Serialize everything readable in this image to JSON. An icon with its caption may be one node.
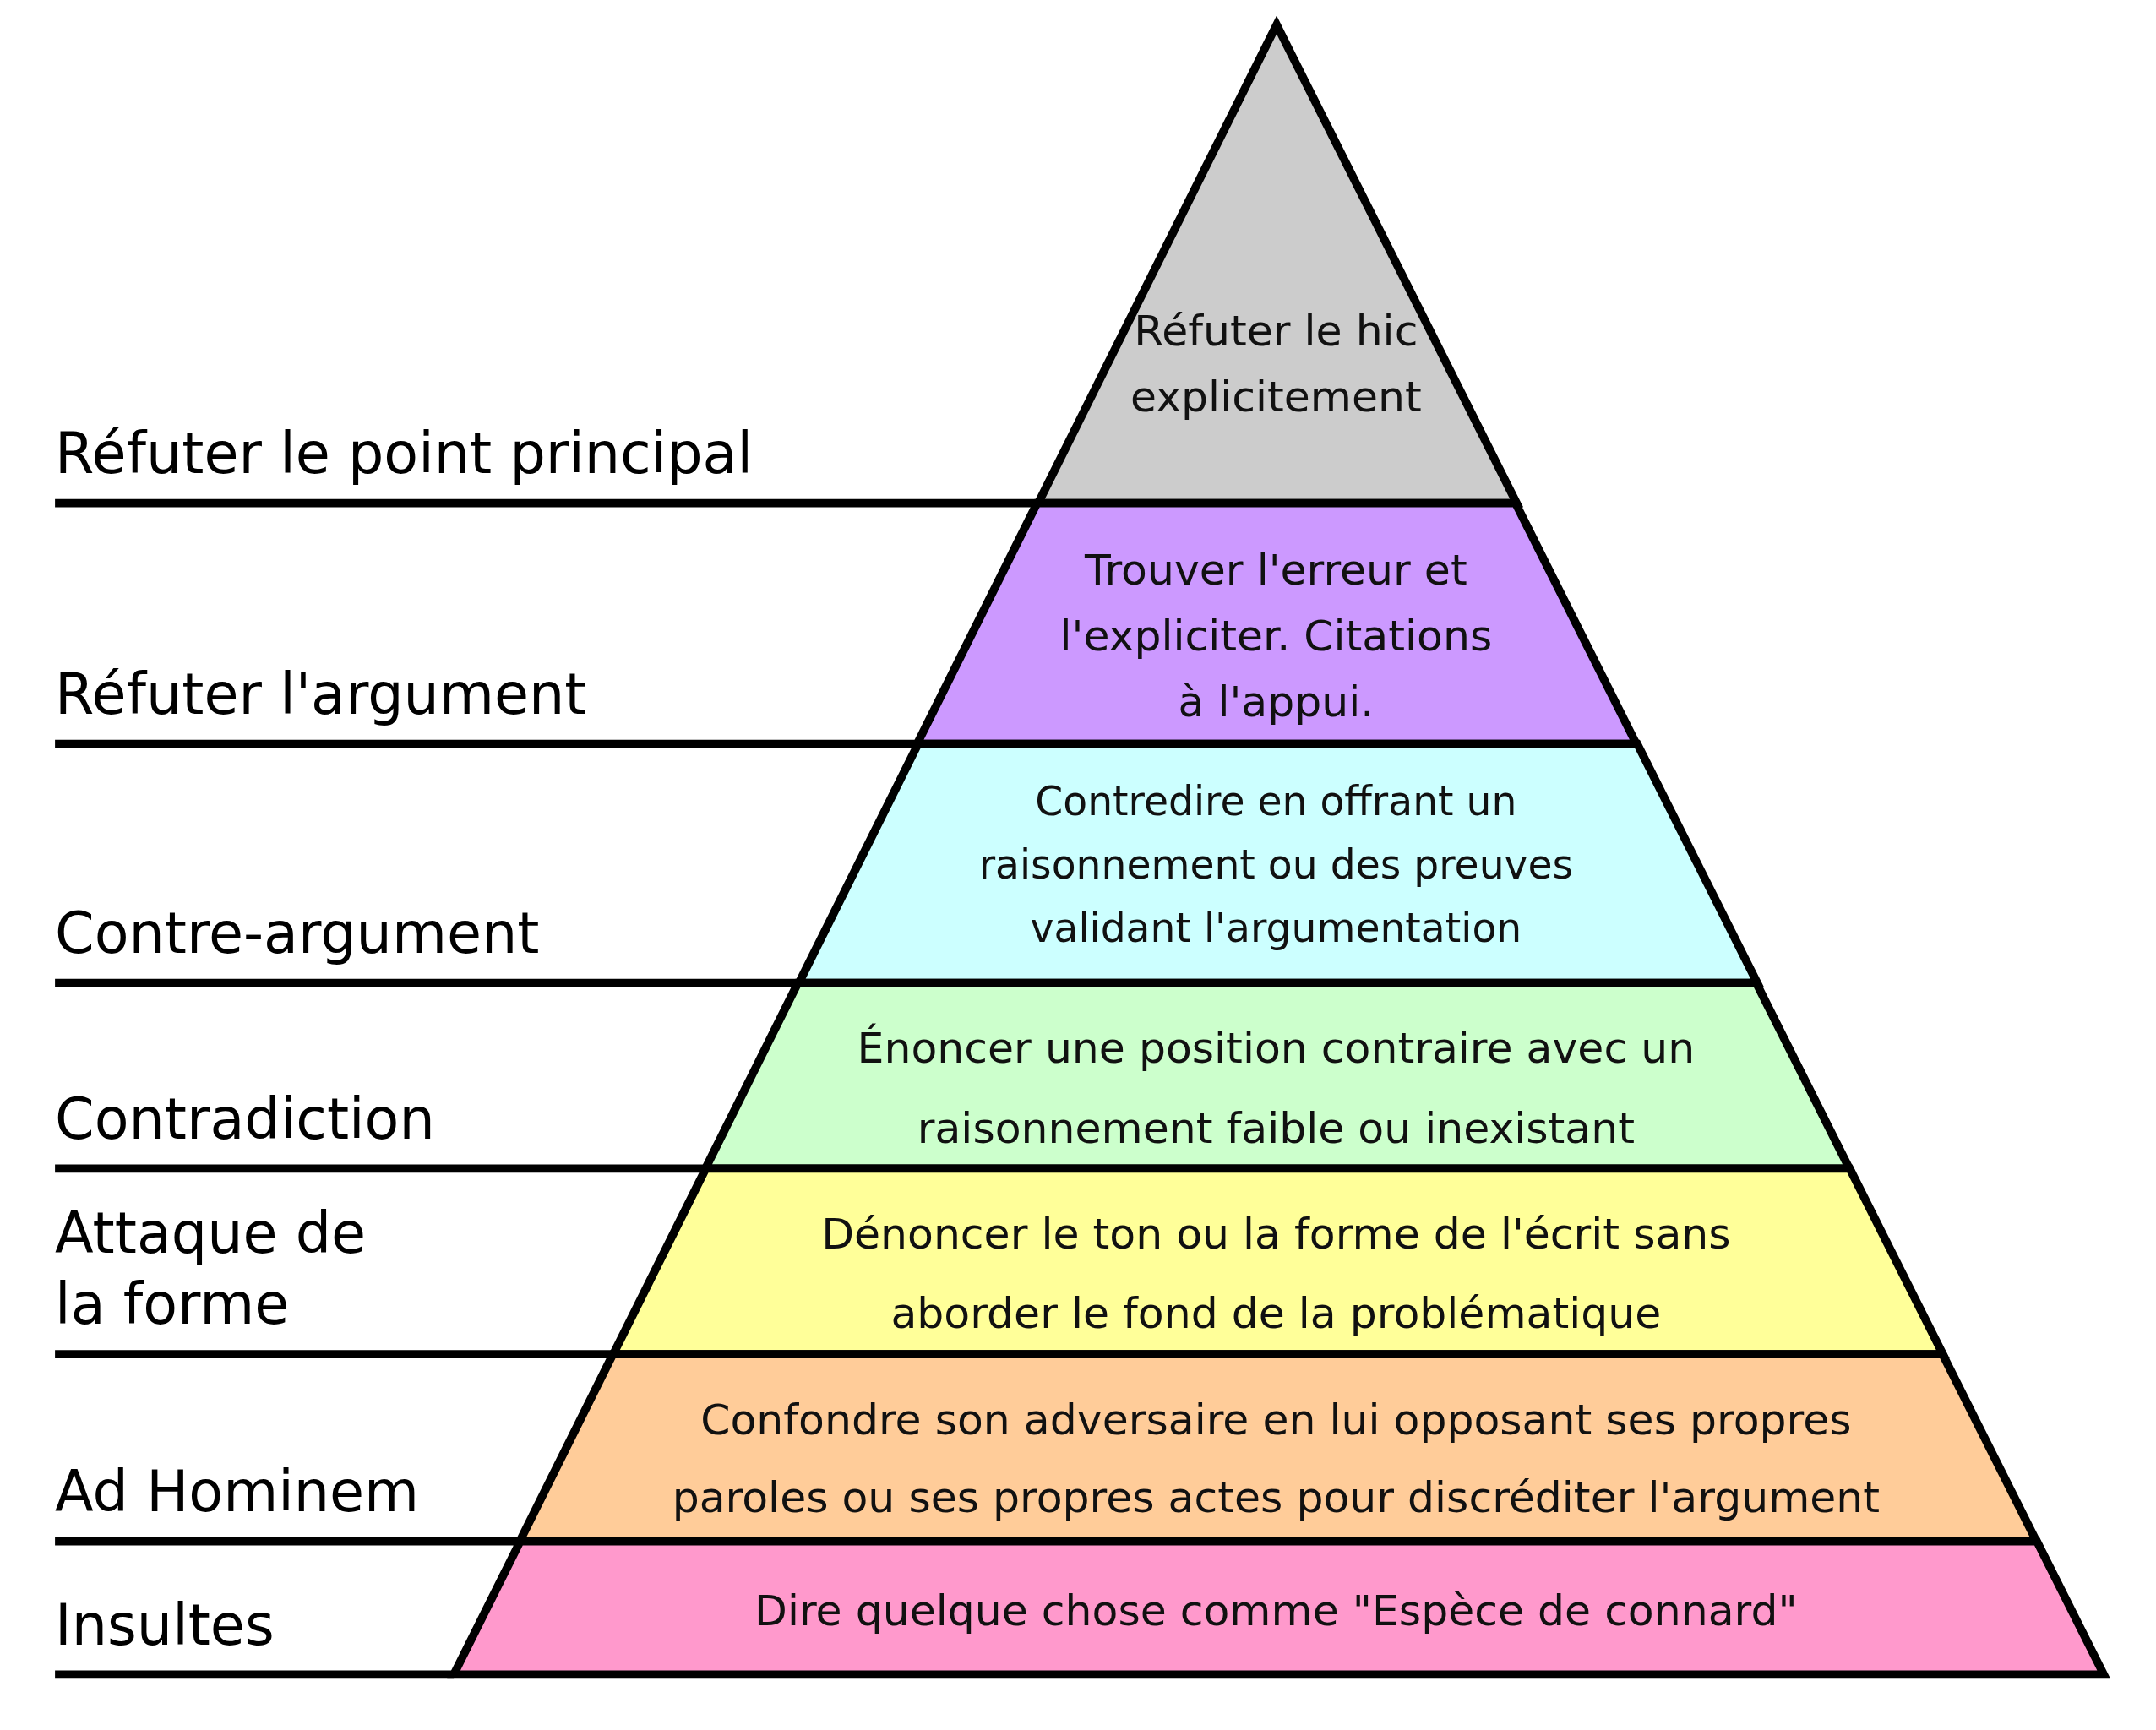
{
  "diagram": {
    "nodes": [
      {
        "text": [
          "Réfuter le hic explicitement"
        ]
      },
      {
        "text": [
          "Trouver l'erreur et l'expliciter. Citations à l'appui."
        ]
      },
      {
        "text": [
          "Contredire en offrant un raisonnement ou des preuves validant l'argumentation"
        ]
      },
      {
        "text": [
          "Énoncer une position contraire avec un raisonnement faible ou inexistant"
        ]
      },
      {
        "text": [
          "Dénoncer le ton ou la forme de l'écrit sans aborder le fond de la problématique"
        ]
      },
      {
        "text": [
          "Confondre son adversaire en lui opposant ses propres paroles ou ses propres actes pour discréditer l'argument"
        ]
      },
      {
        "text": [
          "Dire quelque chose comme \"Espèce de connard\""
        ]
      }
    ],
    "edges": [],
    "labels": [
      "Réfuter le point principal",
      "Réfuter l'argument",
      "Contre-argument",
      "Contradiction",
      "Attaque de la forme",
      "Ad Hominem",
      "Insultes"
    ]
  }
}
